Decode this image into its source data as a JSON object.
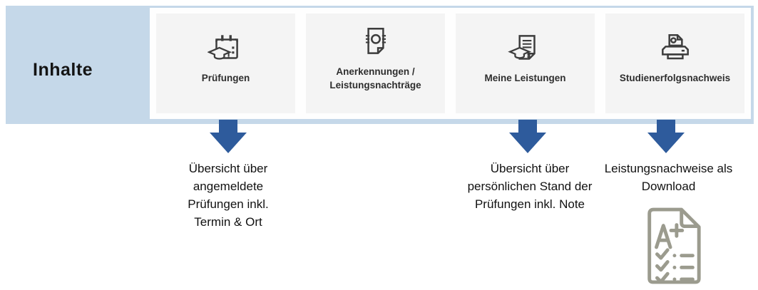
{
  "banner": {
    "title": "Inhalte"
  },
  "cards": [
    {
      "label": "Prüfungen",
      "icon": "calendar-graduation-icon"
    },
    {
      "label": "Anerkennungen / Leistungsnachträge",
      "icon": "certificate-document-icon"
    },
    {
      "label": "Meine Leistungen",
      "icon": "graduation-document-icon"
    },
    {
      "label": "Studienerfolgsnachweis",
      "icon": "printer-icon"
    }
  ],
  "annotations": [
    {
      "text": "Übersicht über angemeldete Prüfungen inkl. Termin & Ort",
      "arrow_icon": "down-arrow-icon"
    },
    {
      "text": "Übersicht über persönlichen Stand der Prüfungen inkl. Note",
      "arrow_icon": "down-arrow-icon"
    },
    {
      "text": "Leistungsnachweise als Download",
      "arrow_icon": "down-arrow-icon",
      "extra_icon": "grade-report-icon"
    }
  ],
  "colors": {
    "banner_bg": "#c5d8e9",
    "card_bg": "#f4f4f4",
    "container_bg": "#fefefe",
    "arrow_blue": "#2e5b9c",
    "icon_stroke": "#3d3d3d",
    "grade_icon_gray": "#9b9b8e",
    "text_black": "#111111"
  }
}
